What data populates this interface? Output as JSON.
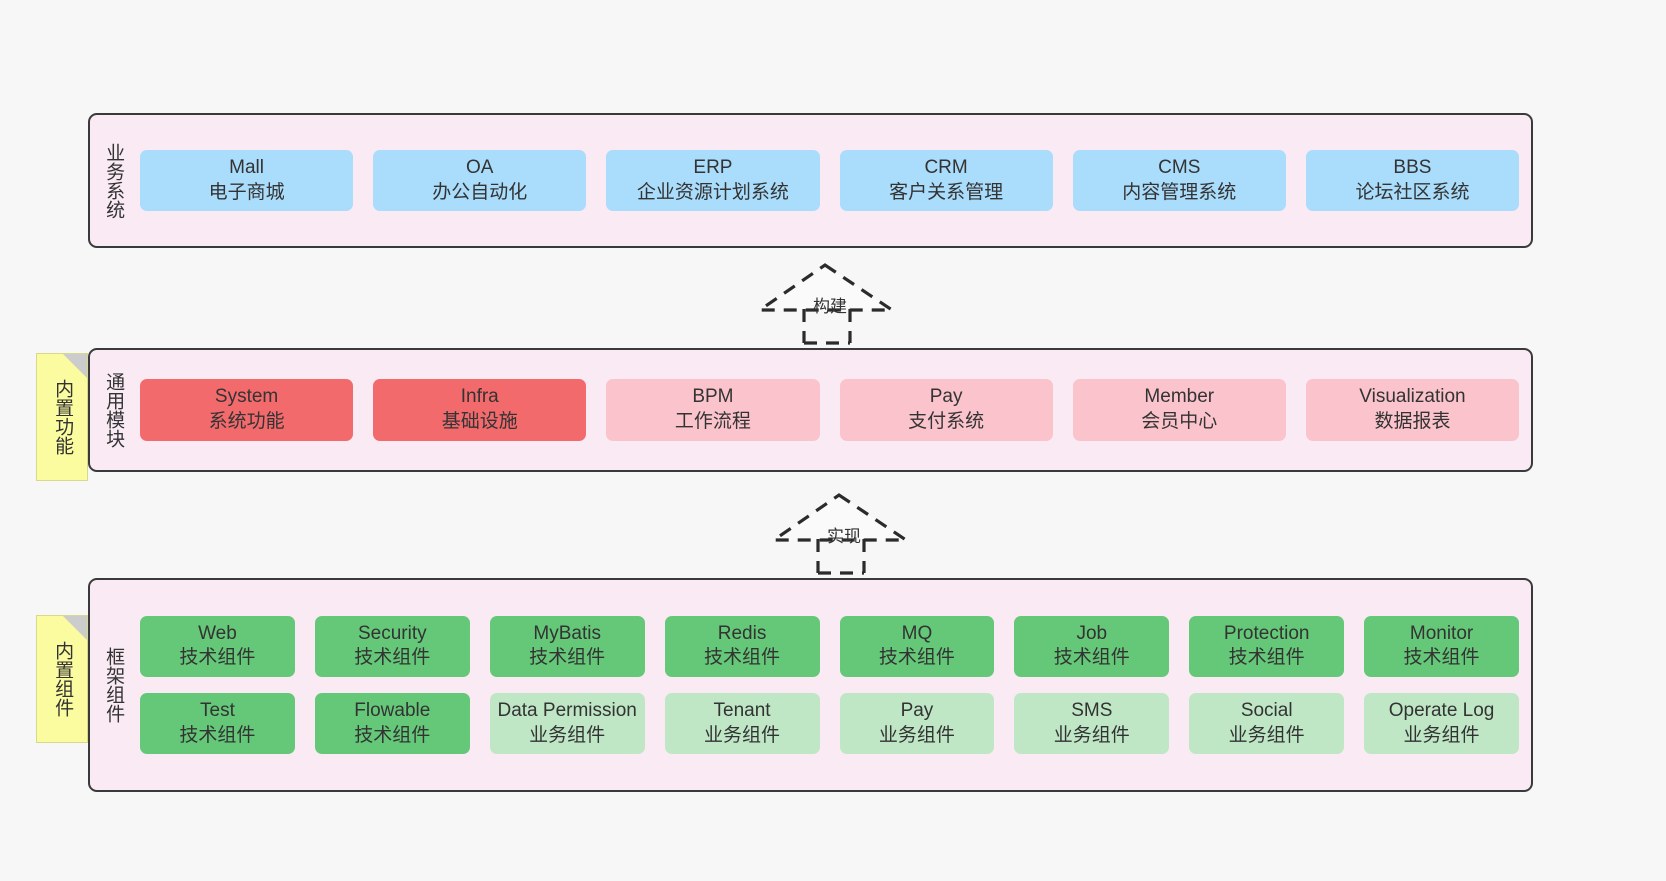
{
  "diagram": {
    "title_hidden": "",
    "layers": [
      {
        "name": "business-system",
        "title": "业务系统",
        "style": "blue",
        "rows": [
          [
            {
              "t1": "Mall",
              "t2": "电子商城"
            },
            {
              "t1": "OA",
              "t2": "办公自动化"
            },
            {
              "t1": "ERP",
              "t2": "企业资源计划系统"
            },
            {
              "t1": "CRM",
              "t2": "客户关系管理"
            },
            {
              "t1": "CMS",
              "t2": "内容管理系统"
            },
            {
              "t1": "BBS",
              "t2": "论坛社区系统"
            }
          ]
        ]
      },
      {
        "name": "common-module",
        "title": "通用模块",
        "note": "内置功能",
        "rows": [
          [
            {
              "t1": "System",
              "t2": "系统功能",
              "style": "red"
            },
            {
              "t1": "Infra",
              "t2": "基础设施",
              "style": "red"
            },
            {
              "t1": "BPM",
              "t2": "工作流程",
              "style": "pink"
            },
            {
              "t1": "Pay",
              "t2": "支付系统",
              "style": "pink"
            },
            {
              "t1": "Member",
              "t2": "会员中心",
              "style": "pink"
            },
            {
              "t1": "Visualization",
              "t2": "数据报表",
              "style": "pink"
            }
          ]
        ]
      },
      {
        "name": "framework-component",
        "title": "框架组件",
        "note": "内置组件",
        "rows": [
          [
            {
              "t1": "Web",
              "t2": "技术组件",
              "style": "green"
            },
            {
              "t1": "Security",
              "t2": "技术组件",
              "style": "green"
            },
            {
              "t1": "MyBatis",
              "t2": "技术组件",
              "style": "green"
            },
            {
              "t1": "Redis",
              "t2": "技术组件",
              "style": "green"
            },
            {
              "t1": "MQ",
              "t2": "技术组件",
              "style": "green"
            },
            {
              "t1": "Job",
              "t2": "技术组件",
              "style": "green"
            },
            {
              "t1": "Protection",
              "t2": "技术组件",
              "style": "green"
            },
            {
              "t1": "Monitor",
              "t2": "技术组件",
              "style": "green"
            }
          ],
          [
            {
              "t1": "Test",
              "t2": "技术组件",
              "style": "green"
            },
            {
              "t1": "Flowable",
              "t2": "技术组件",
              "style": "green"
            },
            {
              "t1": "Data Permission",
              "t2": "业务组件",
              "style": "lgreen"
            },
            {
              "t1": "Tenant",
              "t2": "业务组件",
              "style": "lgreen"
            },
            {
              "t1": "Pay",
              "t2": "业务组件",
              "style": "lgreen"
            },
            {
              "t1": "SMS",
              "t2": "业务组件",
              "style": "lgreen"
            },
            {
              "t1": "Social",
              "t2": "业务组件",
              "style": "lgreen"
            },
            {
              "t1": "Operate Log",
              "t2": "业务组件",
              "style": "lgreen"
            }
          ]
        ]
      }
    ],
    "connectors": [
      {
        "name": "build",
        "label": "构建"
      },
      {
        "name": "implement",
        "label": "实现"
      }
    ],
    "colors": {
      "panel_bg": "#f9eaf3",
      "panel_border": "#3a3a3a",
      "canvas_bg": "#f7f7f7",
      "blue": "#aadcfb",
      "red": "#f36a6d",
      "pink": "#fbc4cd",
      "green": "#64c878",
      "light_green": "#bfe7c6",
      "note_bg": "#fbfba0",
      "note_fold": "#cccccc",
      "text": "#333333"
    }
  }
}
